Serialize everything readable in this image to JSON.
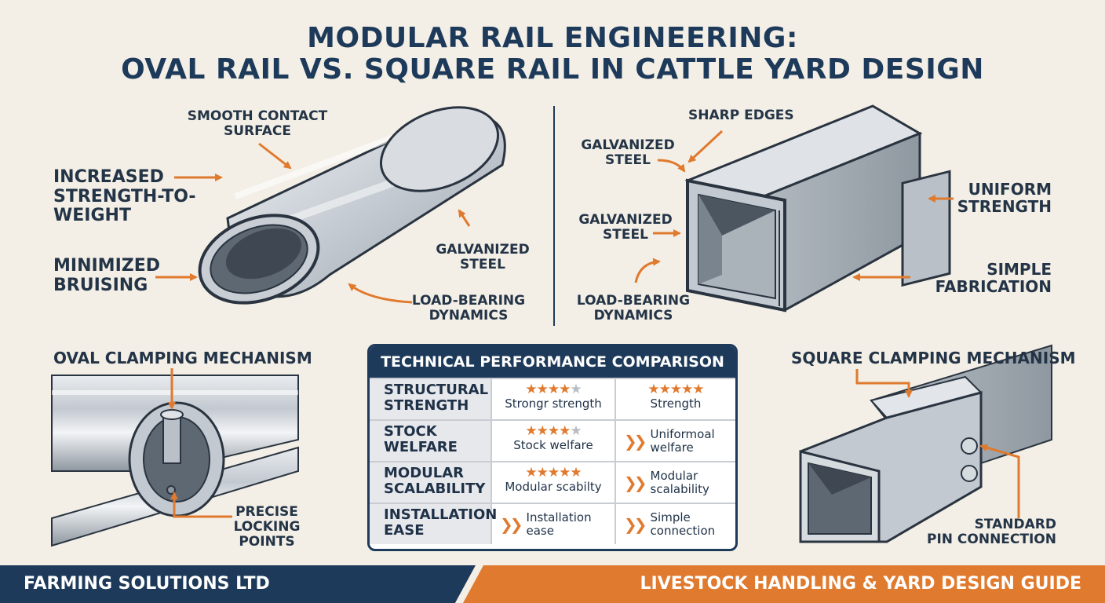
{
  "header": {
    "title_line1": "MODULAR RAIL ENGINEERING:",
    "title_line2": "OVAL RAIL VS. SQUARE RAIL IN CATTLE YARD DESIGN"
  },
  "oval_rail": {
    "smooth_contact_surface": [
      "SMOOTH CONTACT",
      "SURFACE"
    ],
    "strength_to_weight": [
      "INCREASED",
      "STRENGTH-TO-",
      "WEIGHT"
    ],
    "minimized_bruising": [
      "MINIMIZED",
      "BRUISING"
    ],
    "galvanized_steel": [
      "GALVANIZED",
      "STEEL"
    ],
    "load_bearing": [
      "LOAD-BEARING",
      "DYNAMICS"
    ]
  },
  "square_rail": {
    "sharp_edges": "SHARP EDGES",
    "galvanized_steel_top": [
      "GALVANIZED",
      "STEEL"
    ],
    "galvanized_steel_mid": [
      "GALVANIZED",
      "STEEL"
    ],
    "load_bearing": [
      "LOAD-BEARING",
      "DYNAMICS"
    ],
    "uniform_strength": [
      "UNIFORM",
      "STRENGTH"
    ],
    "simple_fabrication": [
      "SIMPLE",
      "FABRICATION"
    ]
  },
  "oval_clamp": {
    "title": "OVAL CLAMPING MECHANISM",
    "locking_points": [
      "PRECISE",
      "LOCKING",
      "POINTS"
    ]
  },
  "square_clamp": {
    "title": "SQUARE CLAMPING MECHANISM",
    "pin_connection": [
      "STANDARD",
      "PIN CONNECTION"
    ]
  },
  "comparison_table": {
    "title": "TECHNICAL PERFORMANCE COMPARISON",
    "rows": [
      {
        "metric": [
          "STRUCTURAL",
          "STRENGTH"
        ],
        "oval": {
          "stars": 4,
          "text": "Strongr strength"
        },
        "square": {
          "stars": 4.5,
          "text": "Strength"
        }
      },
      {
        "metric": [
          "STOCK",
          "WELFARE"
        ],
        "oval": {
          "stars": 4,
          "text": "Stock welfare"
        },
        "square": {
          "text": [
            "Uniformoal",
            "welfare"
          ]
        }
      },
      {
        "metric": [
          "MODULAR",
          "SCALABILITY"
        ],
        "oval": {
          "stars": 4.5,
          "text": "Modular scabilty"
        },
        "square": {
          "text": [
            "Modular",
            "scalability"
          ]
        }
      },
      {
        "metric": [
          "INSTALLATION",
          "EASE"
        ],
        "oval": {
          "text": [
            "Installation",
            "ease"
          ]
        },
        "square": {
          "text": [
            "Simple",
            "connection"
          ]
        }
      }
    ]
  },
  "footer": {
    "left": "FARMING SOLUTIONS LTD",
    "right": "LIVESTOCK HANDLING & YARD DESIGN GUIDE"
  },
  "colors": {
    "navy": "#1d3a5a",
    "orange": "#e07a2e",
    "background": "#f3efe6",
    "steel": "#b9c0c8"
  }
}
